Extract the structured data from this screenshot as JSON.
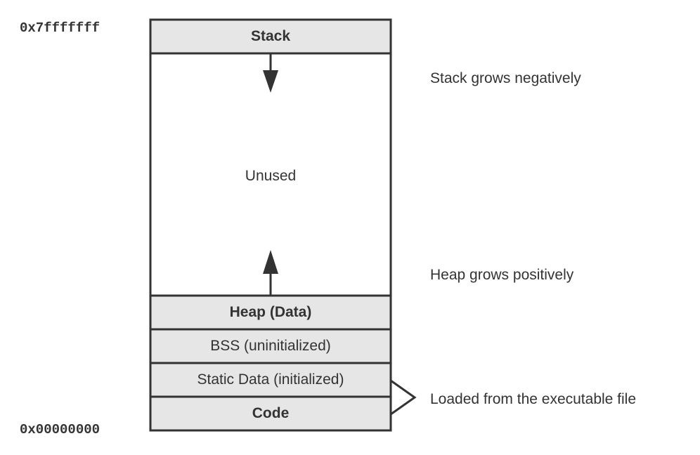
{
  "addresses": {
    "top": "0x7fffffff",
    "bottom": "0x00000000"
  },
  "segments": {
    "stack": "Stack",
    "unused": "Unused",
    "heap": "Heap (Data)",
    "bss": "BSS (uninitialized)",
    "static_data": "Static Data (initialized)",
    "code": "Code"
  },
  "annotations": {
    "stack_growth": "Stack grows negatively",
    "heap_growth": "Heap grows positively",
    "loaded_from": "Loaded from the executable file"
  },
  "colors": {
    "segment_fill": "#e6e6e6",
    "unused_fill": "#ffffff",
    "stroke": "#333333"
  },
  "arrows": {
    "stack": "down-arrow",
    "heap": "up-arrow"
  }
}
